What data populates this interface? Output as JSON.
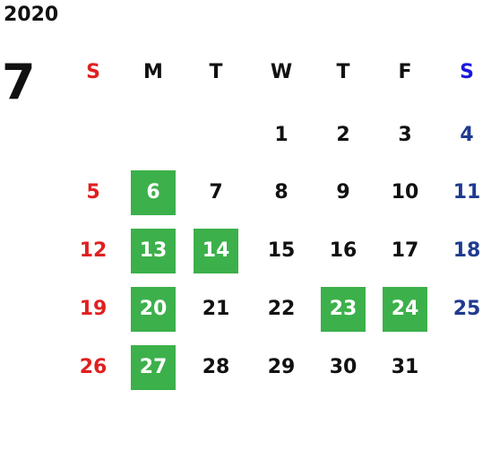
{
  "year": "2020",
  "month": "7",
  "weekdays": [
    "S",
    "M",
    "T",
    "W",
    "T",
    "F",
    "S"
  ],
  "weeks": [
    [
      null,
      null,
      null,
      "1",
      "2",
      "3",
      "4"
    ],
    [
      "5",
      "6",
      "7",
      "8",
      "9",
      "10",
      "11"
    ],
    [
      "12",
      "13",
      "14",
      "15",
      "16",
      "17",
      "18"
    ],
    [
      "19",
      "20",
      "21",
      "22",
      "23",
      "24",
      "25"
    ],
    [
      "26",
      "27",
      "28",
      "29",
      "30",
      "31",
      null
    ]
  ],
  "highlighted_days": [
    "6",
    "13",
    "14",
    "20",
    "23",
    "24",
    "27"
  ],
  "colors": {
    "sunday": "#e02020",
    "saturday": "#1f3b8f",
    "saturday_header": "#1a1adb",
    "weekday": "#111111",
    "highlight": "#3cb04a"
  }
}
